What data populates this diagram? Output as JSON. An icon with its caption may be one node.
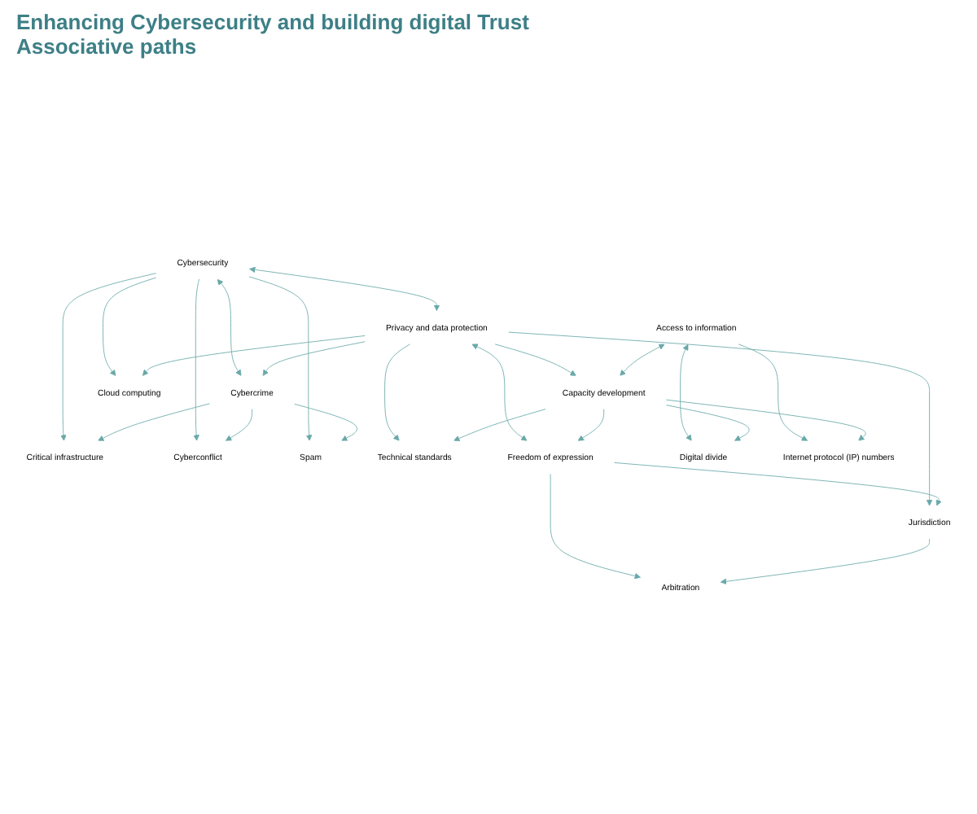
{
  "diagram": {
    "title": "Enhancing Cybersecurity and building digital Trust",
    "nodes": [
      {
        "text": [
          "Cybersecurity"
        ]
      },
      {
        "text": [
          "Privacy and data protection"
        ]
      },
      {
        "text": [
          "Access to information"
        ]
      },
      {
        "text": [
          "Cybercrime"
        ]
      },
      {
        "text": [
          "Cloud computing"
        ]
      },
      {
        "text": [
          "Capacity development"
        ]
      },
      {
        "text": [
          "Critical infrastructure"
        ]
      },
      {
        "text": [
          "Cyberconflict"
        ]
      },
      {
        "text": [
          "Spam"
        ]
      },
      {
        "text": [
          "Technical standards"
        ]
      },
      {
        "text": [
          "Freedom of expression"
        ]
      },
      {
        "text": [
          "Digital divide"
        ]
      },
      {
        "text": [
          "Internet protocol (IP) numbers"
        ]
      },
      {
        "text": [
          "Jurisdiction"
        ]
      },
      {
        "text": [
          "Arbitration"
        ]
      }
    ],
    "edges": [
      {
        "from": 0,
        "to": 1,
        "arrow": "both"
      },
      {
        "from": 0,
        "to": 4,
        "arrow": "to"
      },
      {
        "from": 0,
        "to": 6,
        "arrow": "to"
      },
      {
        "from": 0,
        "to": 7,
        "arrow": "to"
      },
      {
        "from": 0,
        "to": 3,
        "arrow": "both"
      },
      {
        "from": 0,
        "to": 8,
        "arrow": "to"
      },
      {
        "from": 1,
        "to": 3,
        "arrow": "to"
      },
      {
        "from": 1,
        "to": 4,
        "arrow": "to"
      },
      {
        "from": 1,
        "to": 5,
        "arrow": "to"
      },
      {
        "from": 1,
        "to": 9,
        "arrow": "to"
      },
      {
        "from": 1,
        "to": 10,
        "arrow": "both"
      },
      {
        "from": 1,
        "to": 13,
        "arrow": "to"
      },
      {
        "from": 2,
        "to": 5,
        "arrow": "both"
      },
      {
        "from": 2,
        "to": 11,
        "arrow": "both"
      },
      {
        "from": 2,
        "to": 12,
        "arrow": "to"
      },
      {
        "from": 3,
        "to": 6,
        "arrow": "to"
      },
      {
        "from": 3,
        "to": 7,
        "arrow": "to"
      },
      {
        "from": 3,
        "to": 8,
        "arrow": "to"
      },
      {
        "from": 5,
        "to": 9,
        "arrow": "to"
      },
      {
        "from": 5,
        "to": 10,
        "arrow": "to"
      },
      {
        "from": 5,
        "to": 11,
        "arrow": "to"
      },
      {
        "from": 5,
        "to": 12,
        "arrow": "to"
      },
      {
        "from": 10,
        "to": 13,
        "arrow": "to"
      },
      {
        "from": 10,
        "to": 14,
        "arrow": "to"
      },
      {
        "from": 13,
        "to": 14,
        "arrow": "to"
      }
    ],
    "labels": [
      "Associative paths"
    ]
  }
}
